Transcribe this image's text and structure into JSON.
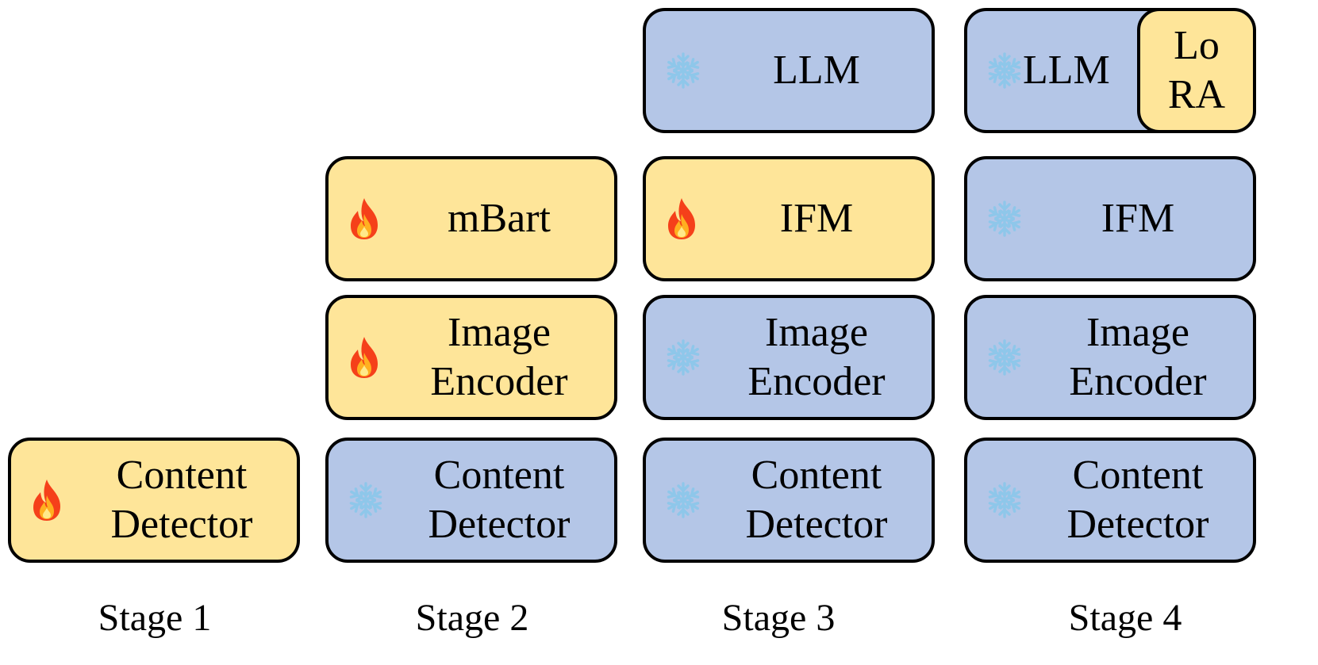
{
  "stages": [
    {
      "label": "Stage 1",
      "blocks": [
        {
          "lines": [
            "Content",
            "Detector"
          ],
          "state": "trainable",
          "icon": "fire-icon"
        }
      ]
    },
    {
      "label": "Stage 2",
      "blocks": [
        {
          "lines": [
            "mBart"
          ],
          "state": "trainable",
          "icon": "fire-icon"
        },
        {
          "lines": [
            "Image",
            "Encoder"
          ],
          "state": "trainable",
          "icon": "fire-icon"
        },
        {
          "lines": [
            "Content",
            "Detector"
          ],
          "state": "frozen",
          "icon": "snowflake-icon"
        }
      ]
    },
    {
      "label": "Stage 3",
      "blocks": [
        {
          "lines": [
            "LLM"
          ],
          "state": "frozen",
          "icon": "snowflake-icon"
        },
        {
          "lines": [
            "IFM"
          ],
          "state": "trainable",
          "icon": "fire-icon"
        },
        {
          "lines": [
            "Image",
            "Encoder"
          ],
          "state": "frozen",
          "icon": "snowflake-icon"
        },
        {
          "lines": [
            "Content",
            "Detector"
          ],
          "state": "frozen",
          "icon": "snowflake-icon"
        }
      ]
    },
    {
      "label": "Stage 4",
      "blocks": [
        {
          "lines": [
            "LLM"
          ],
          "state": "frozen",
          "icon": "snowflake-icon",
          "adapter": {
            "lines": [
              "Lo",
              "RA"
            ],
            "state": "trainable"
          }
        },
        {
          "lines": [
            "IFM"
          ],
          "state": "frozen",
          "icon": "snowflake-icon"
        },
        {
          "lines": [
            "Image",
            "Encoder"
          ],
          "state": "frozen",
          "icon": "snowflake-icon"
        },
        {
          "lines": [
            "Content",
            "Detector"
          ],
          "state": "frozen",
          "icon": "snowflake-icon"
        }
      ]
    }
  ],
  "colors": {
    "trainable": "#fee599",
    "frozen": "#b4c6e7",
    "border": "#000000",
    "fire": "#f5401a",
    "snow": "#8ec7ea"
  }
}
